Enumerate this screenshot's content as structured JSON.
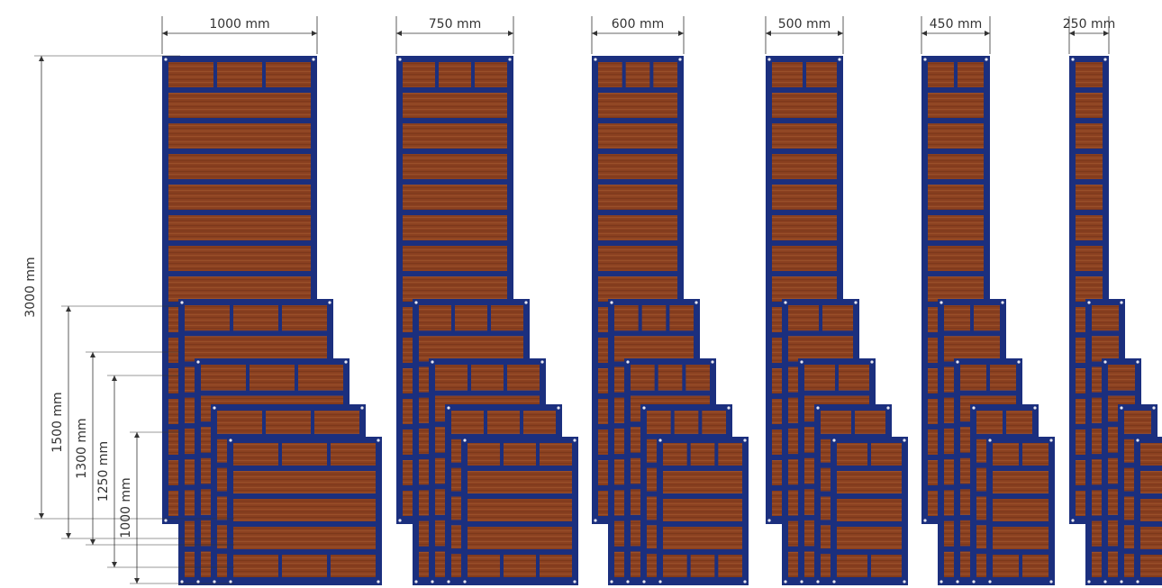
{
  "colors": {
    "frame": "#1b2f7e",
    "frame_dark": "#12215e",
    "plywood": "#8a4020",
    "plywood_light": "#a55a30",
    "dimension_line": "#333333",
    "rivet": "#e8e8f0",
    "accent": "#3fb6e8"
  },
  "width_labels": [
    "1000 mm",
    "750 mm",
    "600 mm",
    "500 mm",
    "450 mm",
    "250 mm"
  ],
  "height_labels": [
    "3000 mm",
    "1500 mm",
    "1300 mm",
    "1250 mm",
    "1000 mm"
  ],
  "panel_columns": [
    {
      "width_mm": 1000,
      "heights_mm": [
        3000,
        1500,
        1300,
        1250,
        1000
      ]
    },
    {
      "width_mm": 750,
      "heights_mm": [
        3000,
        1500,
        1300,
        1250,
        1000
      ]
    },
    {
      "width_mm": 600,
      "heights_mm": [
        3000,
        1500,
        1300,
        1250,
        1000
      ]
    },
    {
      "width_mm": 500,
      "heights_mm": [
        3000,
        1500,
        1300,
        1250,
        1000
      ]
    },
    {
      "width_mm": 450,
      "heights_mm": [
        3000,
        1500,
        1300,
        1250,
        1000
      ]
    },
    {
      "width_mm": 250,
      "heights_mm": [
        3000,
        1500,
        1300,
        1250,
        1000
      ]
    }
  ]
}
